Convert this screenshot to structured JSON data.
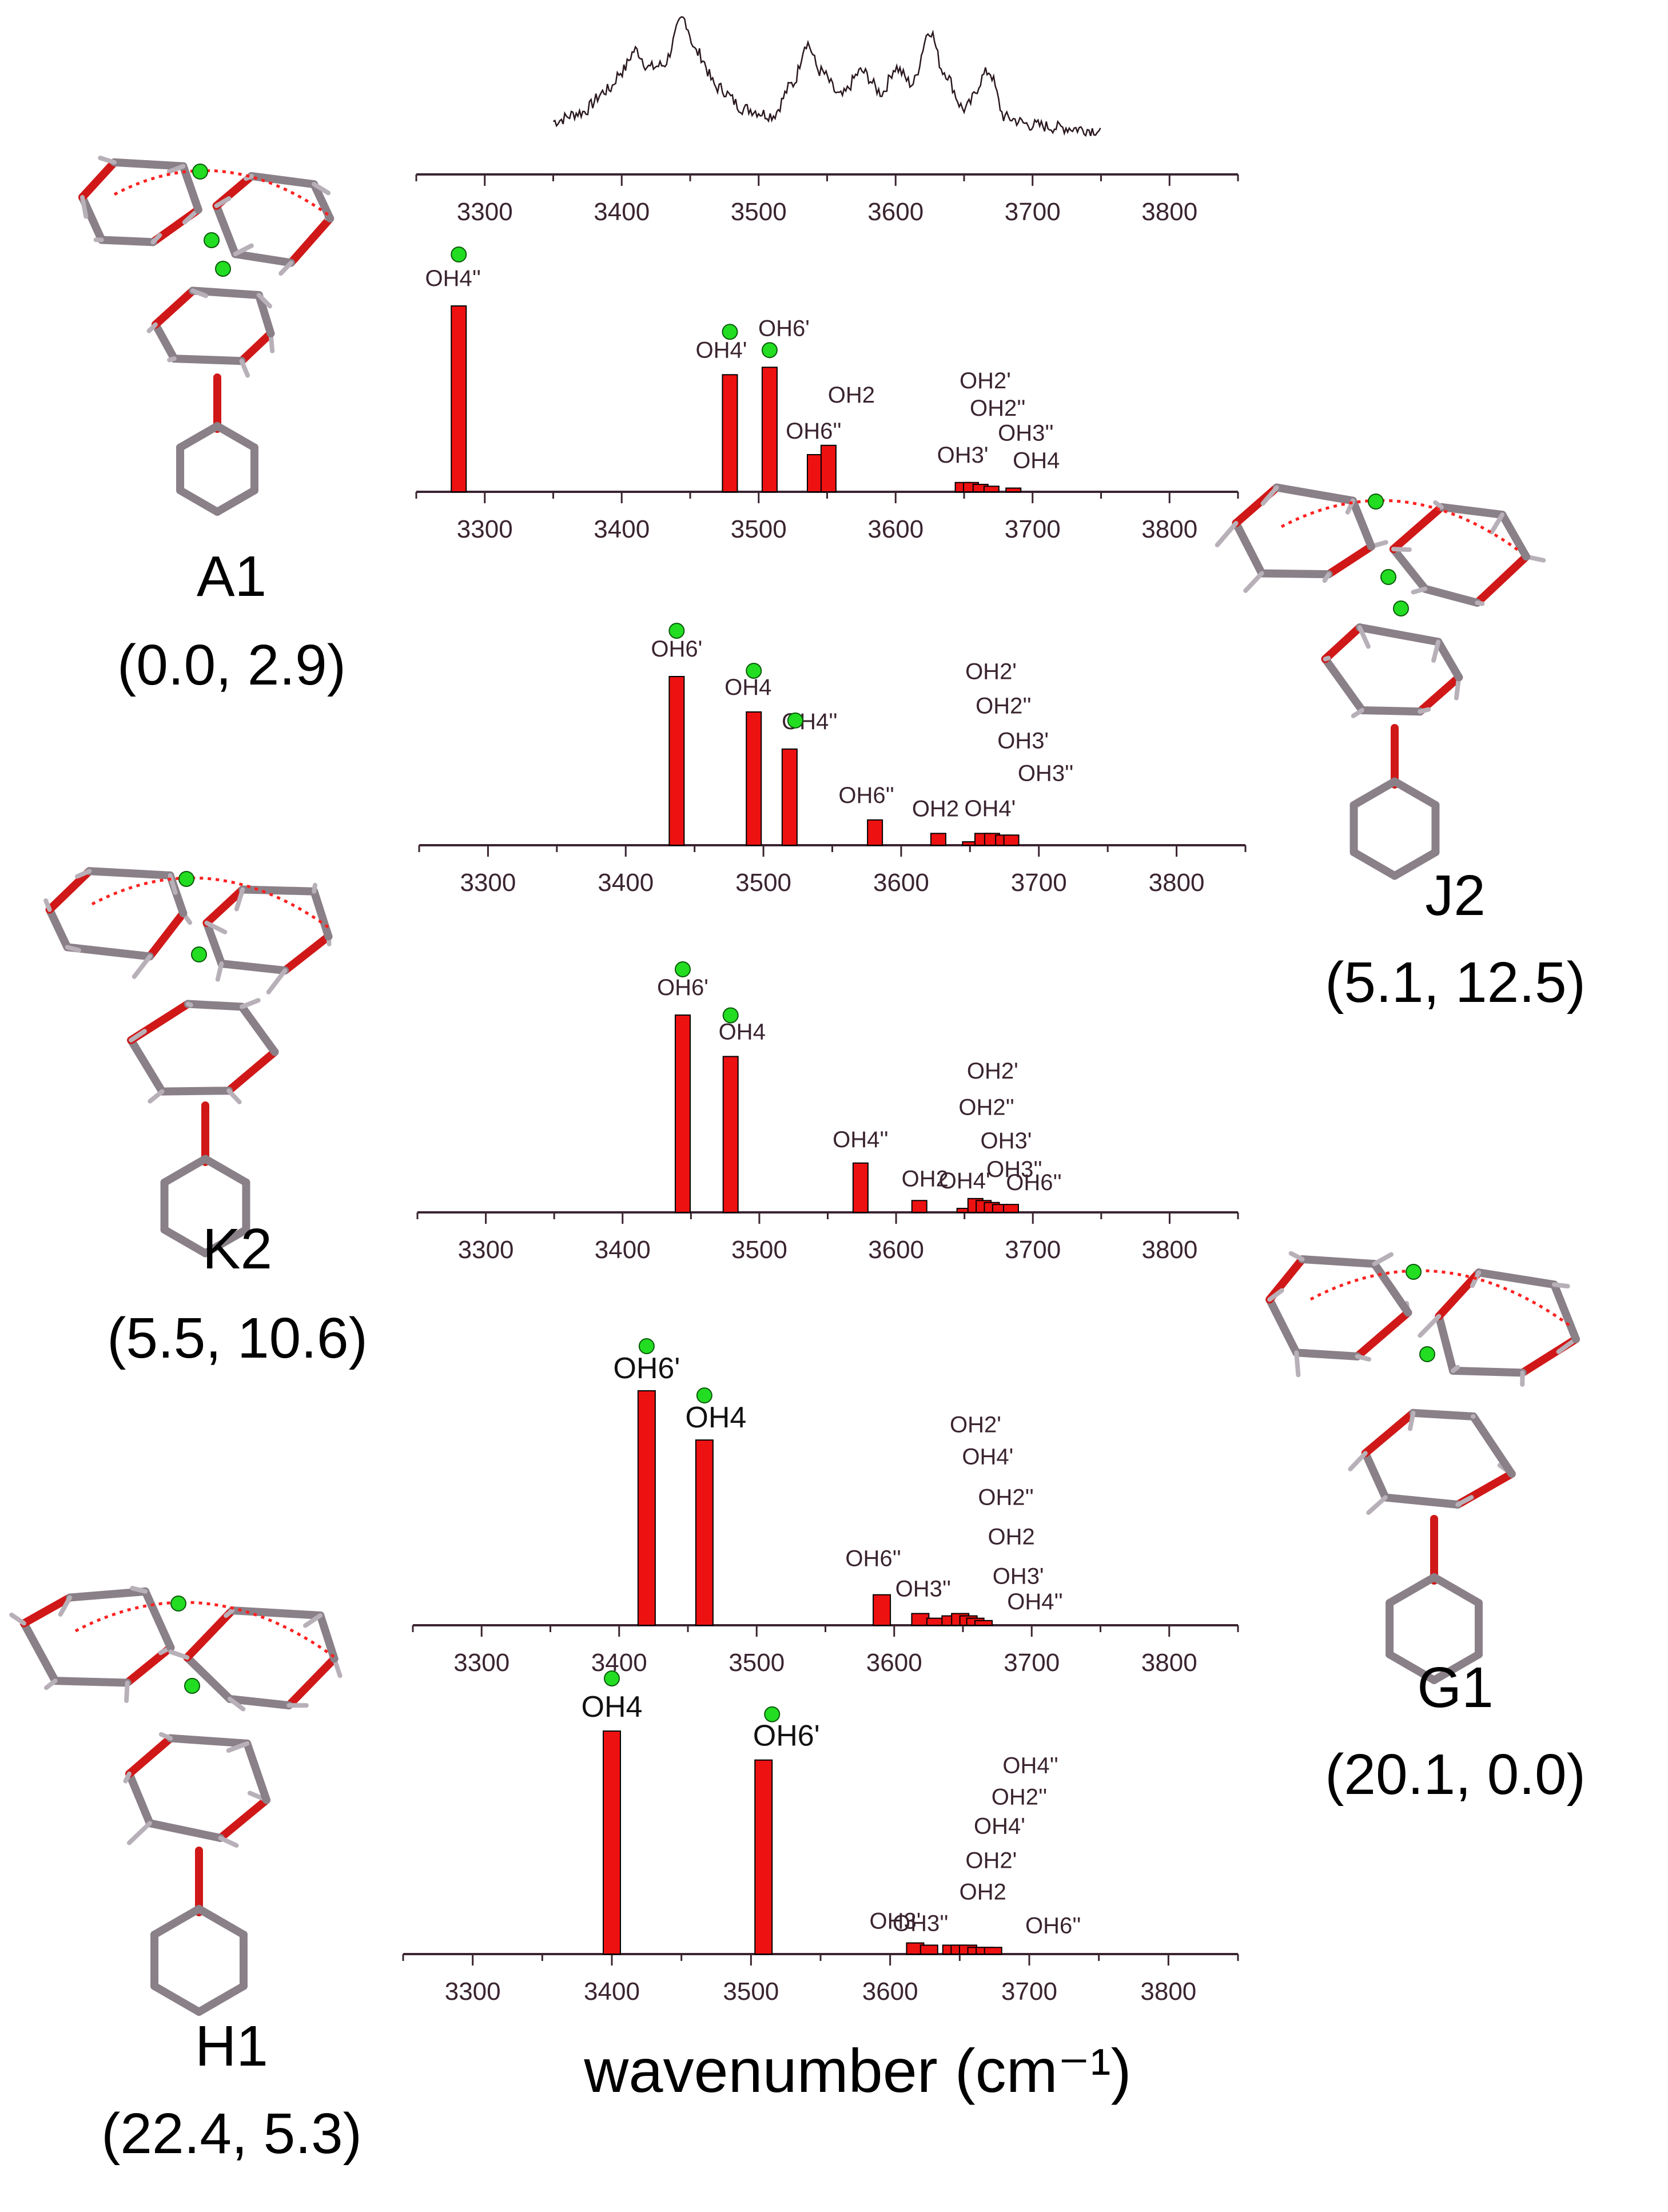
{
  "xlabel": "wavenumber (cm⁻¹)",
  "conformers": [
    {
      "name": "A1",
      "energies": "(0.0, 2.9)"
    },
    {
      "name": "J2",
      "energies": "(5.1, 12.5)"
    },
    {
      "name": "K2",
      "energies": "(5.5, 10.6)"
    },
    {
      "name": "G1",
      "energies": "(20.1, 0.0)"
    },
    {
      "name": "H1",
      "energies": "(22.4, 5.3)"
    }
  ],
  "chart_data": [
    {
      "type": "line",
      "panel": "experimental",
      "xlim": [
        3250,
        3850
      ],
      "xticks": [
        3300,
        3400,
        3500,
        3600,
        3700,
        3800
      ],
      "peaks": [
        {
          "x": 3350,
          "y": 0.15
        },
        {
          "x": 3370,
          "y": 0.22
        },
        {
          "x": 3390,
          "y": 0.4
        },
        {
          "x": 3400,
          "y": 0.55
        },
        {
          "x": 3410,
          "y": 0.72
        },
        {
          "x": 3420,
          "y": 0.58
        },
        {
          "x": 3430,
          "y": 0.6
        },
        {
          "x": 3445,
          "y": 0.97
        },
        {
          "x": 3455,
          "y": 0.7
        },
        {
          "x": 3470,
          "y": 0.42
        },
        {
          "x": 3490,
          "y": 0.25
        },
        {
          "x": 3510,
          "y": 0.2
        },
        {
          "x": 3525,
          "y": 0.45
        },
        {
          "x": 3535,
          "y": 0.78
        },
        {
          "x": 3545,
          "y": 0.55
        },
        {
          "x": 3560,
          "y": 0.35
        },
        {
          "x": 3575,
          "y": 0.55
        },
        {
          "x": 3590,
          "y": 0.38
        },
        {
          "x": 3600,
          "y": 0.58
        },
        {
          "x": 3612,
          "y": 0.45
        },
        {
          "x": 3625,
          "y": 0.88
        },
        {
          "x": 3635,
          "y": 0.55
        },
        {
          "x": 3650,
          "y": 0.25
        },
        {
          "x": 3668,
          "y": 0.55
        },
        {
          "x": 3680,
          "y": 0.18
        },
        {
          "x": 3700,
          "y": 0.12
        },
        {
          "x": 3720,
          "y": 0.1
        },
        {
          "x": 3750,
          "y": 0.08
        }
      ]
    },
    {
      "type": "bar",
      "panel": "A1",
      "xlim": [
        3250,
        3850
      ],
      "xticks": [
        3300,
        3400,
        3500,
        3600,
        3700,
        3800
      ],
      "bars": [
        {
          "x": 3281,
          "y": 1.0,
          "label": "OH4''",
          "dot": true
        },
        {
          "x": 3479,
          "y": 0.63,
          "label": "OH4'",
          "dot": true
        },
        {
          "x": 3508,
          "y": 0.67,
          "label": "OH6'",
          "dot": true
        },
        {
          "x": 3541,
          "y": 0.2,
          "label": "OH6''"
        },
        {
          "x": 3551,
          "y": 0.25,
          "label": "OH2"
        },
        {
          "x": 3649,
          "y": 0.05,
          "label": "OH3'"
        },
        {
          "x": 3655,
          "y": 0.05,
          "label": "OH2'"
        },
        {
          "x": 3662,
          "y": 0.04,
          "label": "OH2''"
        },
        {
          "x": 3670,
          "y": 0.03,
          "label": "OH3''"
        },
        {
          "x": 3686,
          "y": 0.02,
          "label": "OH4"
        }
      ]
    },
    {
      "type": "bar",
      "panel": "J2",
      "xlim": [
        3250,
        3850
      ],
      "xticks": [
        3300,
        3400,
        3500,
        3600,
        3700,
        3800
      ],
      "bars": [
        {
          "x": 3437,
          "y": 1.0,
          "label": "OH6'",
          "dot": true
        },
        {
          "x": 3493,
          "y": 0.79,
          "label": "OH4",
          "dot": true
        },
        {
          "x": 3519,
          "y": 0.57,
          "label": "OH4''",
          "dot": true
        },
        {
          "x": 3581,
          "y": 0.15,
          "label": "OH6''"
        },
        {
          "x": 3627,
          "y": 0.07,
          "label": "OH2"
        },
        {
          "x": 3650,
          "y": 0.02,
          "label": "OH4'"
        },
        {
          "x": 3659,
          "y": 0.07,
          "label": "OH2'"
        },
        {
          "x": 3666,
          "y": 0.07,
          "label": "OH2''"
        },
        {
          "x": 3674,
          "y": 0.06,
          "label": "OH3'"
        },
        {
          "x": 3680,
          "y": 0.06,
          "label": "OH3''"
        }
      ]
    },
    {
      "type": "bar",
      "panel": "K2",
      "xlim": [
        3250,
        3850
      ],
      "xticks": [
        3300,
        3400,
        3500,
        3600,
        3700,
        3800
      ],
      "bars": [
        {
          "x": 3444,
          "y": 1.0,
          "label": "OH6'",
          "dot": true
        },
        {
          "x": 3479,
          "y": 0.79,
          "label": "OH4",
          "dot": true
        },
        {
          "x": 3574,
          "y": 0.25,
          "label": "OH4''"
        },
        {
          "x": 3617,
          "y": 0.06,
          "label": "OH2"
        },
        {
          "x": 3650,
          "y": 0.02,
          "label": "OH4'"
        },
        {
          "x": 3658,
          "y": 0.07,
          "label": "OH2'"
        },
        {
          "x": 3664,
          "y": 0.06,
          "label": "OH2''"
        },
        {
          "x": 3670,
          "y": 0.05,
          "label": "OH3'"
        },
        {
          "x": 3676,
          "y": 0.04,
          "label": "OH3''"
        },
        {
          "x": 3684,
          "y": 0.04,
          "label": "OH6''"
        }
      ]
    },
    {
      "type": "bar",
      "panel": "G1",
      "xlim": [
        3250,
        3850
      ],
      "xticks": [
        3300,
        3400,
        3500,
        3600,
        3700,
        3800
      ],
      "bars": [
        {
          "x": 3420,
          "y": 1.0,
          "label": "OH6'",
          "dot": true
        },
        {
          "x": 3462,
          "y": 0.79,
          "label": "OH4",
          "dot": true
        },
        {
          "x": 3591,
          "y": 0.13,
          "label": "OH6''"
        },
        {
          "x": 3619,
          "y": 0.05,
          "label": "OH3''"
        },
        {
          "x": 3630,
          "y": 0.03,
          "label": "OH2'"
        },
        {
          "x": 3641,
          "y": 0.04,
          "label": "OH4'"
        },
        {
          "x": 3648,
          "y": 0.05,
          "label": "OH2''"
        },
        {
          "x": 3654,
          "y": 0.04,
          "label": "OH2"
        },
        {
          "x": 3659,
          "y": 0.03,
          "label": "OH3'"
        },
        {
          "x": 3665,
          "y": 0.02,
          "label": "OH4''"
        }
      ]
    },
    {
      "type": "bar",
      "panel": "H1",
      "xlim": [
        3250,
        3850
      ],
      "xticks": [
        3300,
        3400,
        3500,
        3600,
        3700,
        3800
      ],
      "bars": [
        {
          "x": 3400,
          "y": 1.0,
          "label": "OH4",
          "dot": true
        },
        {
          "x": 3509,
          "y": 0.87,
          "label": "OH6'",
          "dot": true
        },
        {
          "x": 3618,
          "y": 0.05,
          "label": "OH3'"
        },
        {
          "x": 3628,
          "y": 0.04,
          "label": "OH3''"
        },
        {
          "x": 3644,
          "y": 0.04,
          "label": "OH2"
        },
        {
          "x": 3650,
          "y": 0.04,
          "label": "OH2'"
        },
        {
          "x": 3656,
          "y": 0.04,
          "label": "OH4'"
        },
        {
          "x": 3662,
          "y": 0.03,
          "label": "OH2''"
        },
        {
          "x": 3668,
          "y": 0.03,
          "label": "OH4''"
        },
        {
          "x": 3674,
          "y": 0.03,
          "label": "OH6''"
        }
      ]
    }
  ],
  "colors": {
    "bar": "#ee1111",
    "dot": "#22dd22",
    "axis": "#3a2430",
    "bond_red": "#d01818",
    "bond_grey": "#8a8088"
  }
}
